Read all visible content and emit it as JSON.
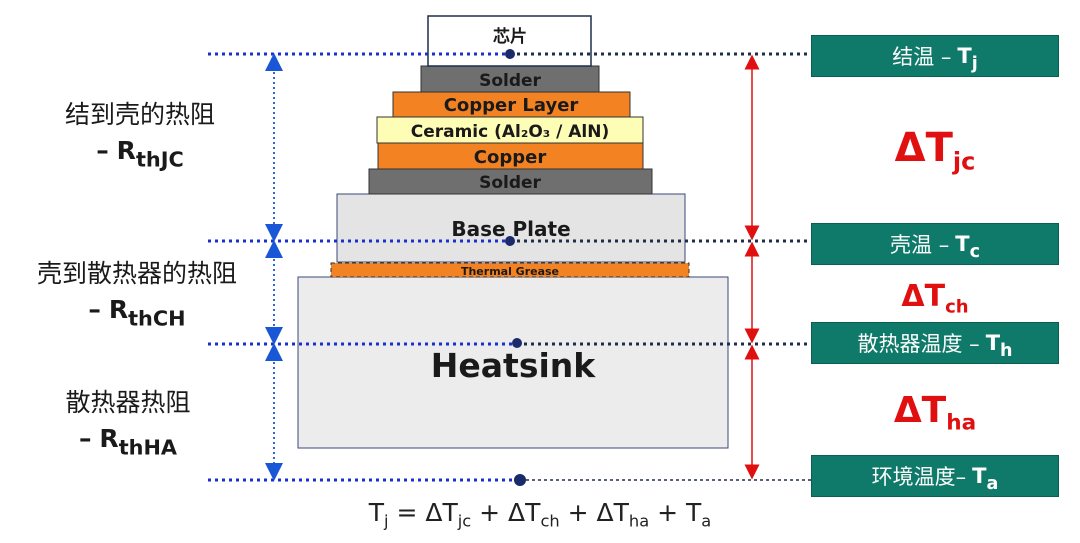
{
  "stack": {
    "chip": "芯片",
    "solder_top": "Solder",
    "copper_layer": "Copper Layer",
    "ceramic": "Ceramic (Al₂O₃ / AlN)",
    "copper": "Copper",
    "solder_bottom": "Solder",
    "base_plate": "Base Plate",
    "thermal_grease": "Thermal Grease",
    "heatsink": "Heatsink"
  },
  "left_labels": {
    "rjc_text": "结到壳的热阻",
    "rjc_sym": "R",
    "rjc_sub": "thJC",
    "rch_text": "壳到散热器的热阻",
    "rch_sym": "R",
    "rch_sub": "thCH",
    "rha_text": "散热器热阻",
    "rha_sym": "R",
    "rha_sub": "thHA",
    "dash": "–"
  },
  "right_boxes": {
    "tj_text": "结温 –",
    "tj_sym": "T",
    "tj_sub": "j",
    "tc_text": "壳温 –",
    "tc_sym": "T",
    "tc_sub": "c",
    "th_text": "散热器温度 –",
    "th_sym": "T",
    "th_sub": "h",
    "ta_text": "环境温度–",
    "ta_sym": "T",
    "ta_sub": "a"
  },
  "deltas": {
    "djc": "ΔT",
    "djc_sub": "jc",
    "dch": "ΔT",
    "dch_sub": "ch",
    "dha": "ΔT",
    "dha_sub": "ha"
  },
  "formula": {
    "lhs": "T",
    "lhs_sub": "j",
    "eq": " = ΔT",
    "t1_sub": "jc",
    "p1": " + ΔT",
    "t2_sub": "ch",
    "p2": " + ΔT",
    "t3_sub": "ha",
    "p3": " + T",
    "t4_sub": "a"
  },
  "colors": {
    "copper": "#f28222",
    "solder": "#6f6f6f",
    "ceramic": "#fdfdb6",
    "base_plate": "#e4e4e4",
    "heatsink": "#ececec",
    "box_teal": "#0f7a6a",
    "delta_red": "#e01010",
    "arrow_blue": "#1a57d6",
    "arrow_red": "#e01010",
    "dotted_blue": "#1a2fd0",
    "dotted_navy": "#1e2e4a"
  }
}
